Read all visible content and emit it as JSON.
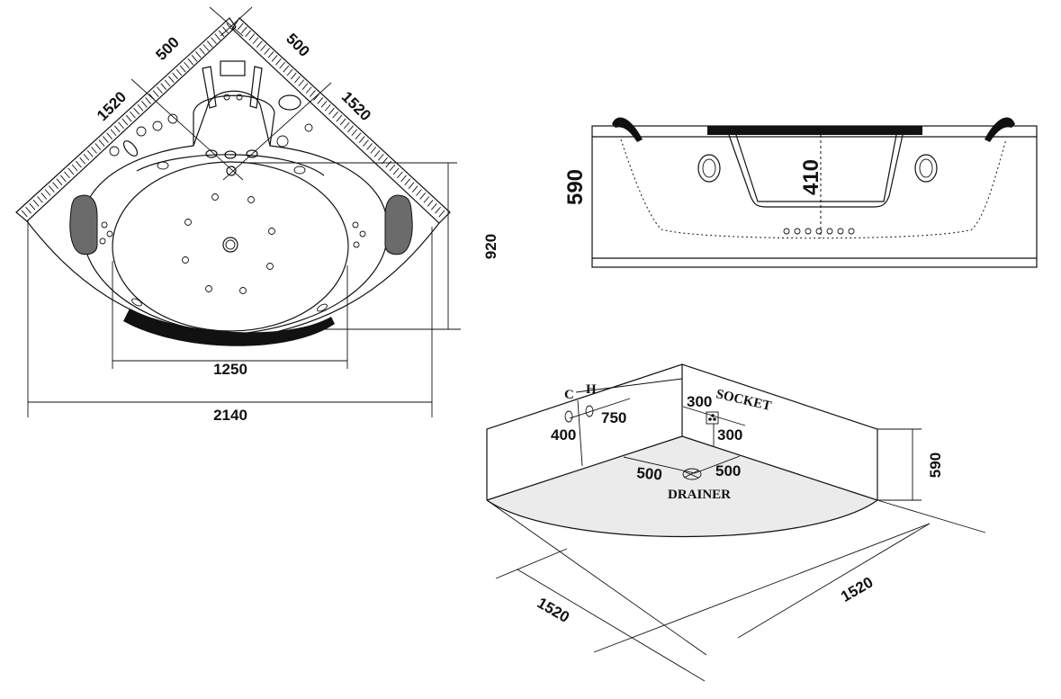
{
  "top_view": {
    "dim_side_left": "1520",
    "dim_side_right": "1520",
    "dim_seat_left": "500",
    "dim_seat_right": "500",
    "dim_depth": "920",
    "dim_inner_width": "1250",
    "dim_overall_width": "2140"
  },
  "side_view": {
    "dim_height": "590",
    "dim_inner_depth": "410"
  },
  "iso_view": {
    "label_cold": "C",
    "label_hot": "H",
    "dim_tap_height": "750",
    "dim_tap_offset": "400",
    "label_socket": "SOCKET",
    "dim_socket_h": "300",
    "dim_socket_v": "300",
    "dim_drain_left": "500",
    "dim_drain_right": "500",
    "label_drainer": "DRAINER",
    "dim_height": "590",
    "dim_side_left": "1520",
    "dim_side_right": "1520"
  },
  "colors": {
    "line": "#111111",
    "headrest": "#6b6b6b",
    "floor": "#ebebeb"
  }
}
